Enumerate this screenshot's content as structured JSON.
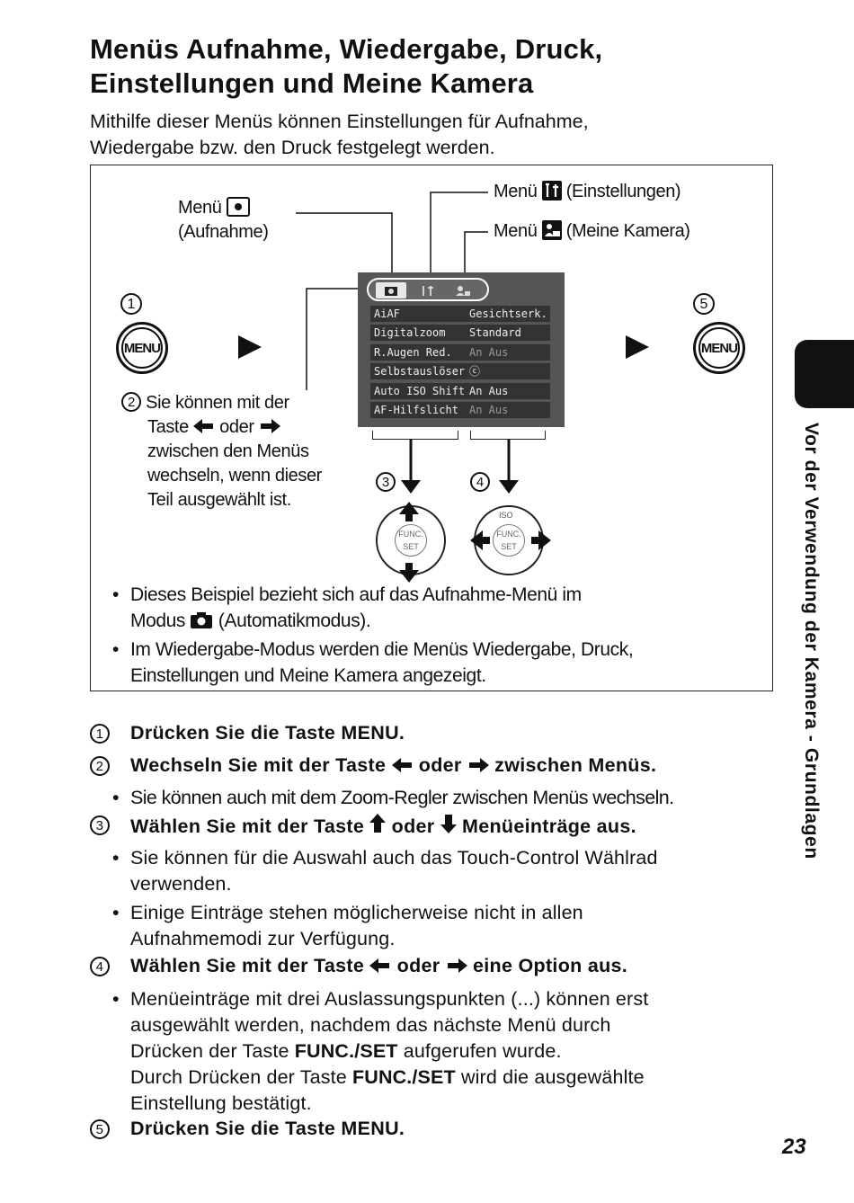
{
  "title": "Menüs Aufnahme, Wiedergabe, Druck, Einstellungen und Meine Kamera",
  "title_line1": "Menüs Aufnahme, Wiedergabe, Druck,",
  "title_line2": "Einstellungen und Meine Kamera",
  "intro": "Mithilfe dieser Menüs können Einstellungen für Aufnahme, Wiedergabe bzw. den Druck festgelegt werden.",
  "intro_line1": "Mithilfe dieser Menüs können Einstellungen für Aufnahme,",
  "intro_line2": "Wiedergabe bzw. den Druck festgelegt werden.",
  "figure": {
    "label_menu_aufnahme_a": "Menü",
    "label_menu_aufnahme_b": "(Aufnahme)",
    "label_menu_einstellungen_a": "Menü",
    "label_menu_einstellungen_b": "(Einstellungen)",
    "label_menu_meine_kamera_a": "Menü",
    "label_menu_meine_kamera_b": "(Meine Kamera)",
    "num1": "1",
    "num2": "2",
    "num3": "3",
    "num4": "4",
    "num5": "5",
    "menu_button_label": "MENU",
    "note2_line1": "Sie können mit der",
    "note2_line2a": "Taste",
    "note2_line2b": "oder",
    "note2_line3": "zwischen den Menüs",
    "note2_line4": "wechseln, wenn dieser",
    "note2_line5": "Teil ausgewählt ist.",
    "dial_label": "FUNC. SET",
    "dial_iso": "ISO",
    "screen_rows": [
      {
        "label": "AiAF",
        "value": "Gesichtserk."
      },
      {
        "label": "Digitalzoom",
        "value": "Standard"
      },
      {
        "label": "R.Augen Red.",
        "value": "An Aus"
      },
      {
        "label": "Selbstauslöser",
        "value": ""
      },
      {
        "label": "Auto ISO Shift",
        "value": "An Aus"
      },
      {
        "label": "AF-Hilfslicht",
        "value": "An Aus"
      }
    ],
    "bullet1_line1": "Dieses Beispiel bezieht sich auf das Aufnahme-Menü im",
    "bullet1_line2a": "Modus",
    "bullet1_line2b": "(Automatikmodus).",
    "bullet2_line1": "Im Wiedergabe-Modus werden die Menüs Wiedergabe, Druck,",
    "bullet2_line2": "Einstellungen und Meine Kamera angezeigt."
  },
  "steps": {
    "s1": "Drücken Sie die Taste MENU.",
    "s2a": "Wechseln Sie mit der Taste",
    "s2b": "oder",
    "s2c": "zwischen Menüs.",
    "s2_sub": "Sie können auch mit dem Zoom-Regler zwischen Menüs wechseln.",
    "s3a": "Wählen Sie mit der Taste",
    "s3b": "oder",
    "s3c": "Menüeinträge aus.",
    "s3_sub1_line1": "Sie können für die Auswahl auch das Touch-Control Wählrad",
    "s3_sub1_line2": "verwenden.",
    "s3_sub2_line1": "Einige Einträge stehen möglicherweise nicht in allen",
    "s3_sub2_line2": "Aufnahmemodi zur Verfügung.",
    "s4a": "Wählen Sie mit der Taste",
    "s4b": "oder",
    "s4c": "eine Option aus.",
    "s4_sub_line1": "Menüeinträge mit drei Auslassungspunkten (...) können erst",
    "s4_sub_line2": "ausgewählt werden, nachdem das nächste Menü durch",
    "s4_sub_line3a": "Drücken der Taste",
    "s4_sub_line3b": "FUNC./SET",
    "s4_sub_line3c": "aufgerufen wurde.",
    "s4_sub_line4a": "Durch Drücken der Taste",
    "s4_sub_line4b": "FUNC./SET",
    "s4_sub_line4c": "wird die ausgewählte",
    "s4_sub_line5": "Einstellung bestätigt.",
    "s5": "Drücken Sie die Taste MENU."
  },
  "side_label": "Vor der Verwendung der Kamera - Grundlagen",
  "page_number": "23"
}
